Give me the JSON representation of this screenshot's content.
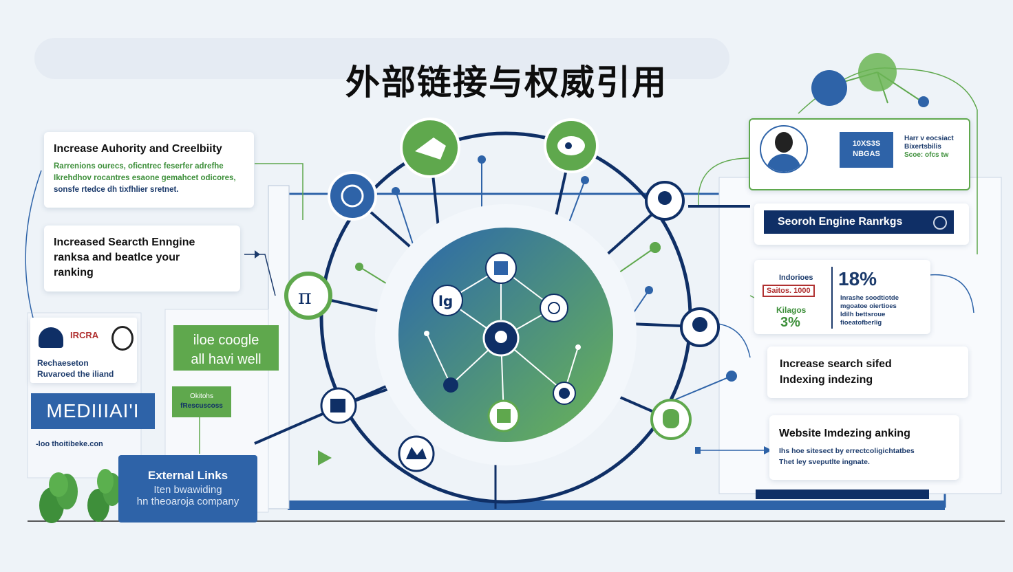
{
  "title": "外部链接与权威引用",
  "left_top_card": {
    "title": "Increase Auhority and Creelbiity",
    "lines": [
      "Rarrenions ourecs, oficntrec feserfer adrefhe",
      "Ikrehdhov rocantres esaone gemahcet odicores,",
      "sonsfe rtedce dh tixfhlier sretnet."
    ]
  },
  "left_mid_card": {
    "lines": [
      "Increased Searcth Enngine",
      "ranksa and beatlce your",
      "ranking"
    ]
  },
  "media_card": {
    "logo": "IRCRA",
    "lines": [
      "Rechaeseton",
      "Ruvaroed the iliand"
    ],
    "badge": "MEDIIIAI'I",
    "footer": "-loo thoitibeke.con"
  },
  "google_badge": {
    "lines": [
      "iloe coogle",
      "all havi well"
    ]
  },
  "small_green_badge": {
    "lines": [
      "Okitohs",
      "fRescuscoss"
    ]
  },
  "external_links": {
    "title": "External Links",
    "lines": [
      "Iten bwawiding",
      "hn theoaroja company"
    ]
  },
  "profile_card": {
    "tag_lines": [
      "10XS3S",
      "NBGAS"
    ],
    "text_lines": [
      "Harr v eocsiact",
      "Bixertsbilis",
      "Scoe: ofcs tw"
    ]
  },
  "rankings_bar": {
    "label": "Seoroh Engine Ranrkgs"
  },
  "stats_card": {
    "label_top": "Indorioes",
    "label_box": "Saitos. 1000",
    "label_mid": "Kilagos",
    "percent_small": "3%",
    "percent_big": "18%",
    "right_lines": [
      "Inrashe soodtiotde",
      "mgoatoe oiertioes",
      "Idilh bettsroue",
      "fioeatofberlig"
    ]
  },
  "indexing_card": {
    "lines": [
      "Increase search sifed",
      "Indexing indezing"
    ]
  },
  "website_card": {
    "title": "Website Imdezing anking",
    "lines": [
      "Ihs hoe sitesect by errectcoligichtatbes",
      "Thet ley sveputlte ingnate."
    ]
  },
  "colors": {
    "navy": "#0f2f66",
    "green": "#5fa84d",
    "blue": "#2e63a8",
    "background": "#eef3f8"
  }
}
